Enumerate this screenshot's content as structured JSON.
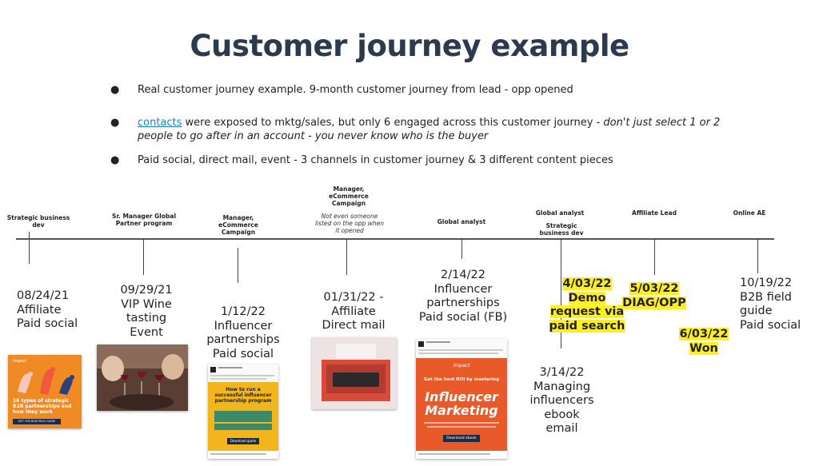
{
  "title": "Customer journey example",
  "bullets": {
    "b1": "Real customer journey example. 9-month customer journey from lead - opp opened",
    "b2_link": " contacts",
    "b2_text": " were exposed to mktg/sales, but only 6 engaged across this customer journey - ",
    "b2_italic": "don't just select 1 or 2 people to go after in an account - you never know who is the buyer",
    "b3": "Paid social, direct mail, event - 3 channels in customer journey & 3 different content pieces"
  },
  "roles": {
    "r1": "Strategic business dev",
    "r2": "Sr. Manager Global Partner program",
    "r3": "Manager, eCommerce Campaign",
    "r4": "Manager, eCommerce Campaign",
    "r4_note": "Not even someone listed on the opp when it opened",
    "r5": "Global analyst",
    "r6a": "Global analyst",
    "r6b": "Strategic business dev",
    "r7": "Affiliate Lead",
    "r8": "Online AE"
  },
  "events": {
    "e1": [
      "08/24/21",
      "Affiliate",
      "Paid social"
    ],
    "e2": [
      "09/29/21",
      "VIP Wine",
      "tasting",
      "Event"
    ],
    "e3": [
      "1/12/22",
      "Influencer",
      "partnerships",
      "Paid social"
    ],
    "e4": [
      "01/31/22 -",
      "Affiliate",
      "Direct mail"
    ],
    "e5": [
      "2/14/22",
      "Influencer",
      "partnerships",
      "Paid social (FB)"
    ],
    "e6": [
      "3/14/22",
      "Managing",
      "influencers",
      "ebook",
      "email"
    ],
    "e8": [
      "10/19/22",
      "B2B field",
      "guide",
      "Paid social"
    ]
  },
  "highlights": {
    "h1": [
      "4/03/22",
      "Demo",
      "request via",
      "paid search"
    ],
    "h2": [
      "5/03/22",
      "DIAG/OPP"
    ],
    "h3": [
      "6/03/22",
      "Won"
    ]
  },
  "cards": {
    "c1_text": "16 types of strategic B2B partnerships and how they work",
    "c1_cta": "GET THE B2B FIELD GUIDE",
    "c3_text": "How to run a successful influencer partnership program",
    "c3_cta": "Download guide",
    "c5_text": "Get the best ROI by mastering",
    "c5_big1": "Influencer",
    "c5_big2": "Marketing",
    "c5_cta": "Download ebook",
    "brand": "impact"
  },
  "colors": {
    "title": "#2b3a4e",
    "link": "#1a86b5",
    "highlight": "#ffee22",
    "card_orange": "#f08a24",
    "card_yellow": "#f3b51c",
    "card_red": "#e85a2a"
  }
}
